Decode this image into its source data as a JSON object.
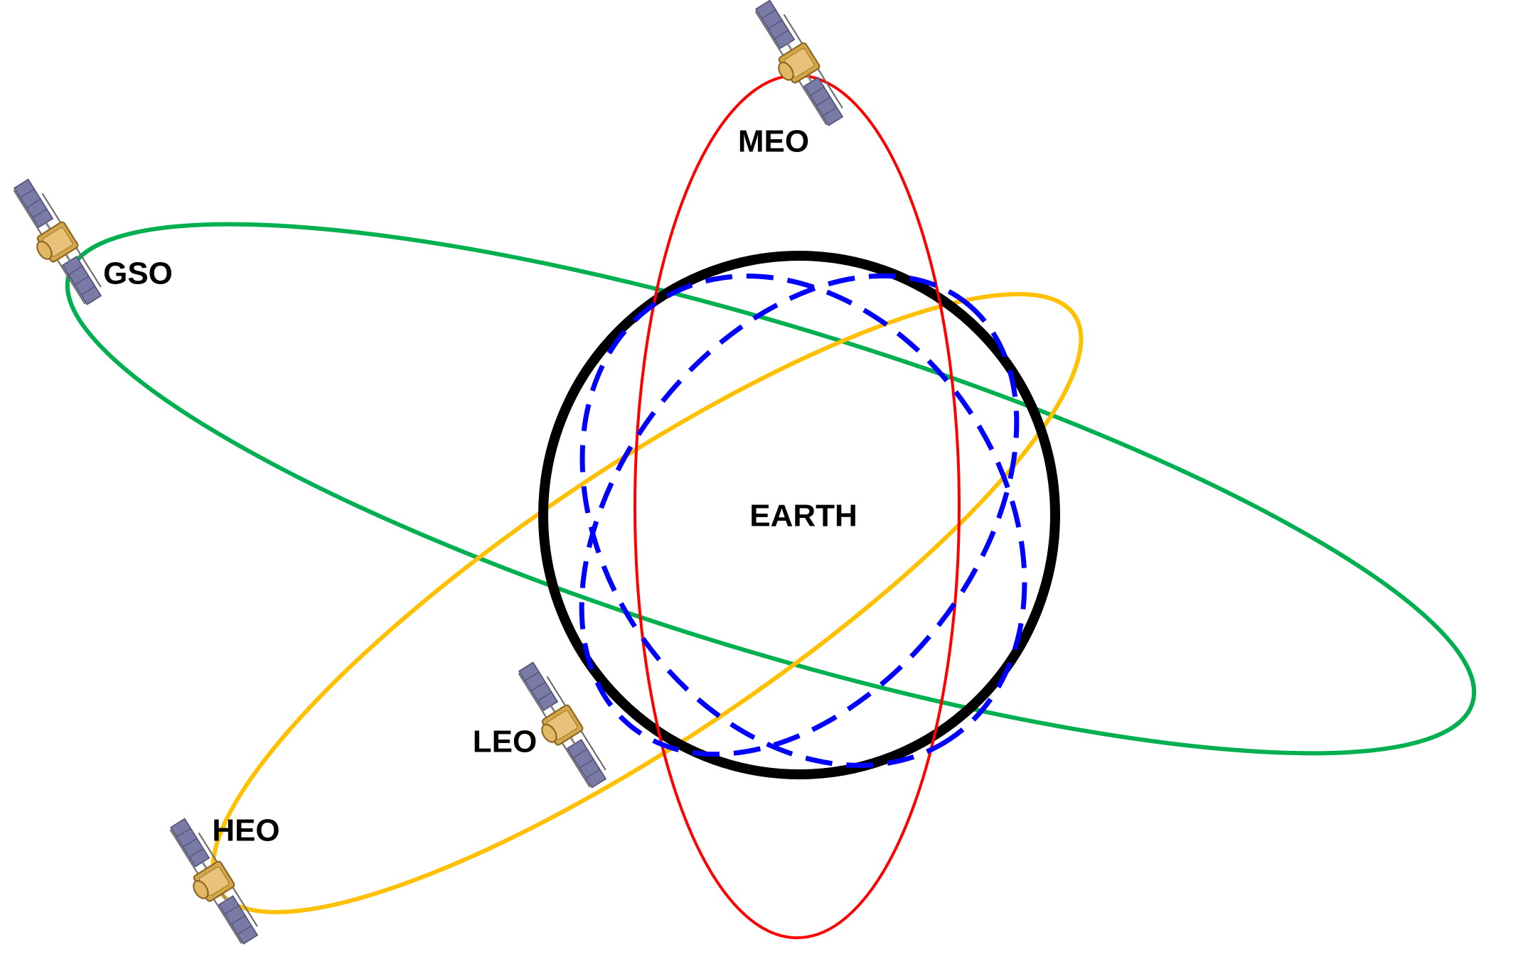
{
  "earth": {
    "label": "EARTH",
    "color": "#000000"
  },
  "orbits": [
    {
      "id": "gso",
      "label": "GSO",
      "color": "#00b050",
      "style": "solid"
    },
    {
      "id": "meo",
      "label": "MEO",
      "color": "#ff0000",
      "style": "solid"
    },
    {
      "id": "heo",
      "label": "HEO",
      "color": "#ffc000",
      "style": "solid"
    },
    {
      "id": "leo",
      "label": "LEO",
      "color": "#0000ff",
      "style": "dashed"
    }
  ],
  "satellite": {
    "icon": "satellite-icon",
    "body_color": "#d4a64a",
    "panel_color": "#7a7aa6"
  }
}
